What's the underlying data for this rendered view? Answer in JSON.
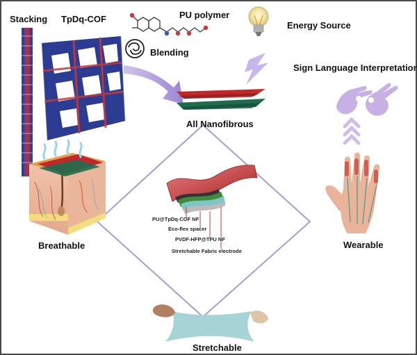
{
  "labels": {
    "stacking": "Stacking",
    "cof": "TpDq-COF",
    "pu_polymer": "PU polymer",
    "blending": "Blending",
    "energy_source": "Energy Source",
    "sign_language": "Sign Language Interpretation",
    "all_nanofibrous": "All Nanofibrous",
    "breathable": "Breathable",
    "wearable": "Wearable",
    "stretchable": "Stretchable"
  },
  "device_layers": [
    "PU@TpDq-COF NF",
    "Eco-flex spacer",
    "PVDF-HFP@TPU NF",
    "Stretchable Fabric electrode"
  ],
  "icons": {
    "blending": "swirl-icon",
    "energy": "lightning-icon",
    "bulb": "light-bulb-icon",
    "sign": "sign-language-hands-icon",
    "arrows": "chevron-up-arrows-icon"
  },
  "colors": {
    "frame": "#4a4a4a",
    "diamond": "#a89cd0",
    "accent_purple": "#b59fdc",
    "nanofiber_red": "#c0282a",
    "nanofiber_green": "#1f6b4e",
    "fabric": "#a6d4d6"
  }
}
